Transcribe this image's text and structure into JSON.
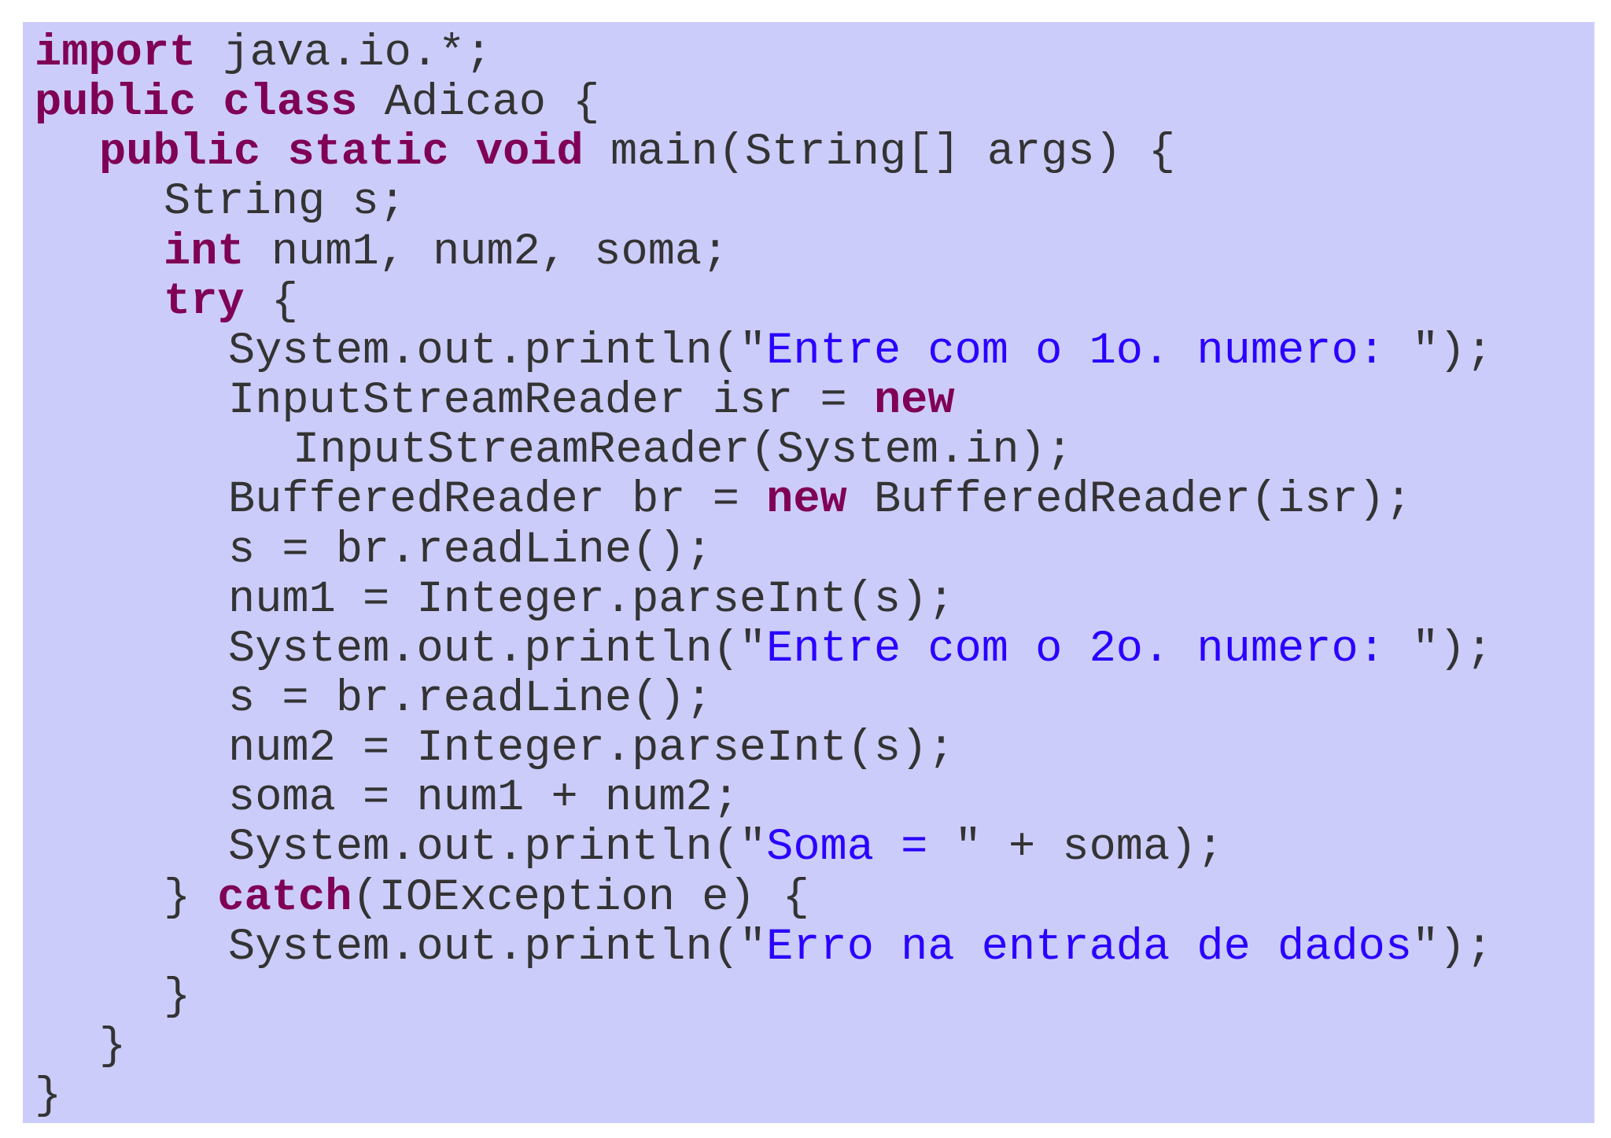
{
  "colors": {
    "panel_background": "#ccccfa",
    "keyword": "#7f0055",
    "string": "#2a00ff",
    "plain": "#333333"
  },
  "code": {
    "lines": [
      {
        "indent": 0,
        "tokens": [
          {
            "t": "kw",
            "v": "import"
          },
          {
            "t": "plain",
            "v": " java.io.*;"
          }
        ]
      },
      {
        "indent": 0,
        "tokens": [
          {
            "t": "kw",
            "v": "public"
          },
          {
            "t": "plain",
            "v": " "
          },
          {
            "t": "kw",
            "v": "class"
          },
          {
            "t": "plain",
            "v": " Adicao {"
          }
        ]
      },
      {
        "indent": 1,
        "tokens": [
          {
            "t": "kw",
            "v": "public"
          },
          {
            "t": "plain",
            "v": " "
          },
          {
            "t": "kw",
            "v": "static"
          },
          {
            "t": "plain",
            "v": " "
          },
          {
            "t": "kw",
            "v": "void"
          },
          {
            "t": "plain",
            "v": " main(String[] args) {"
          }
        ]
      },
      {
        "indent": 2,
        "tokens": [
          {
            "t": "plain",
            "v": "String s;"
          }
        ]
      },
      {
        "indent": 2,
        "tokens": [
          {
            "t": "kw",
            "v": "int"
          },
          {
            "t": "plain",
            "v": " num1, num2, soma;"
          }
        ]
      },
      {
        "indent": 2,
        "tokens": [
          {
            "t": "kw",
            "v": "try"
          },
          {
            "t": "plain",
            "v": " {"
          }
        ]
      },
      {
        "indent": 3,
        "tokens": [
          {
            "t": "plain",
            "v": "System.out.println(\""
          },
          {
            "t": "str",
            "v": "Entre com o 1o. numero: "
          },
          {
            "t": "plain",
            "v": "\");"
          }
        ]
      },
      {
        "indent": 3,
        "tokens": [
          {
            "t": "plain",
            "v": "InputStreamReader isr = "
          },
          {
            "t": "kw",
            "v": "new"
          }
        ]
      },
      {
        "indent": 4,
        "tokens": [
          {
            "t": "plain",
            "v": "InputStreamReader(System.in);"
          }
        ]
      },
      {
        "indent": 3,
        "tokens": [
          {
            "t": "plain",
            "v": "BufferedReader br = "
          },
          {
            "t": "kw",
            "v": "new"
          },
          {
            "t": "plain",
            "v": " BufferedReader(isr);"
          }
        ]
      },
      {
        "indent": 3,
        "tokens": [
          {
            "t": "plain",
            "v": "s = br.readLine();"
          }
        ]
      },
      {
        "indent": 3,
        "tokens": [
          {
            "t": "plain",
            "v": "num1 = Integer.parseInt(s);"
          }
        ]
      },
      {
        "indent": 3,
        "tokens": [
          {
            "t": "plain",
            "v": "System.out.println(\""
          },
          {
            "t": "str",
            "v": "Entre com o 2o. numero: "
          },
          {
            "t": "plain",
            "v": "\");"
          }
        ]
      },
      {
        "indent": 3,
        "tokens": [
          {
            "t": "plain",
            "v": "s = br.readLine();"
          }
        ]
      },
      {
        "indent": 3,
        "tokens": [
          {
            "t": "plain",
            "v": "num2 = Integer.parseInt(s);"
          }
        ]
      },
      {
        "indent": 3,
        "tokens": [
          {
            "t": "plain",
            "v": "soma = num1 + num2;"
          }
        ]
      },
      {
        "indent": 3,
        "tokens": [
          {
            "t": "plain",
            "v": "System.out.println(\""
          },
          {
            "t": "str",
            "v": "Soma = "
          },
          {
            "t": "plain",
            "v": "\" + soma);"
          }
        ]
      },
      {
        "indent": 2,
        "tokens": [
          {
            "t": "plain",
            "v": "} "
          },
          {
            "t": "kw",
            "v": "catch"
          },
          {
            "t": "plain",
            "v": "(IOException e) {"
          }
        ]
      },
      {
        "indent": 3,
        "tokens": [
          {
            "t": "plain",
            "v": "System.out.println(\""
          },
          {
            "t": "str",
            "v": "Erro na entrada de dados"
          },
          {
            "t": "plain",
            "v": "\");"
          }
        ]
      },
      {
        "indent": 2,
        "tokens": [
          {
            "t": "plain",
            "v": "}"
          }
        ]
      },
      {
        "indent": 1,
        "tokens": [
          {
            "t": "plain",
            "v": "}"
          }
        ]
      },
      {
        "indent": 0,
        "tokens": [
          {
            "t": "plain",
            "v": "}"
          }
        ]
      }
    ]
  }
}
